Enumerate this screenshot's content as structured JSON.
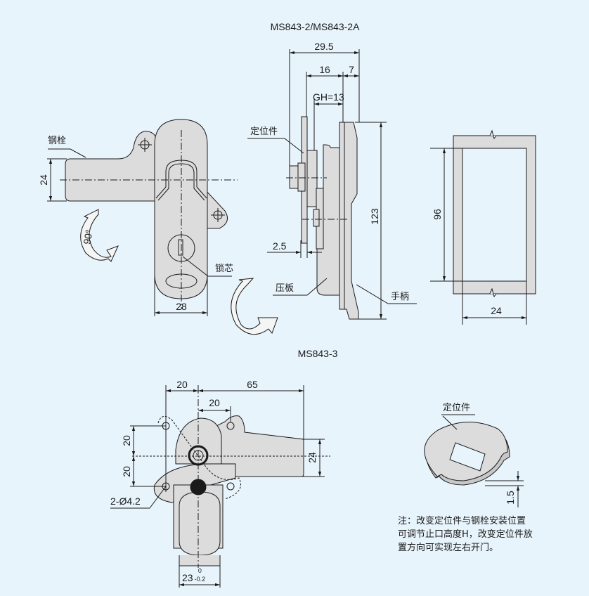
{
  "titles": {
    "top": "MS843-2/MS843-2A",
    "bottom": "MS843-3"
  },
  "front_view": {
    "labels": {
      "bolt": "钢栓",
      "lock_core": "锁芯"
    },
    "dims": {
      "bolt_height": "24",
      "body_width": "28"
    },
    "rotation": "90°"
  },
  "side_view": {
    "labels": {
      "locator": "定位件",
      "pressure_plate": "压板",
      "handle": "手柄"
    },
    "dims": {
      "total_depth": "29.5",
      "depth_16": "16",
      "depth_7": "7",
      "gh": "GH=13",
      "plate_thickness": "2.5",
      "height": "123"
    }
  },
  "cutout_view": {
    "dims": {
      "height": "96",
      "width": "24"
    }
  },
  "ms843_3_view": {
    "dims": {
      "left_20": "20",
      "right_65": "65",
      "mid_20": "20",
      "upper_20": "20",
      "lower_20": "20",
      "bolt_24": "24",
      "holes": "2-Ø4.2",
      "width_main": "23",
      "tol_upper": "0",
      "tol_lower": "-0.2"
    }
  },
  "locator_detail": {
    "label": "定位件",
    "thickness": "1.5"
  },
  "note": {
    "lines": [
      "注：改变定位件与钢栓安装位置",
      "可调节止口高度H，改变定位件放",
      "置方向可实现左右开门。"
    ]
  },
  "colors": {
    "background": "#e8f4fc",
    "part_fill": "#dcdcdc",
    "line": "#1a1a1a"
  }
}
